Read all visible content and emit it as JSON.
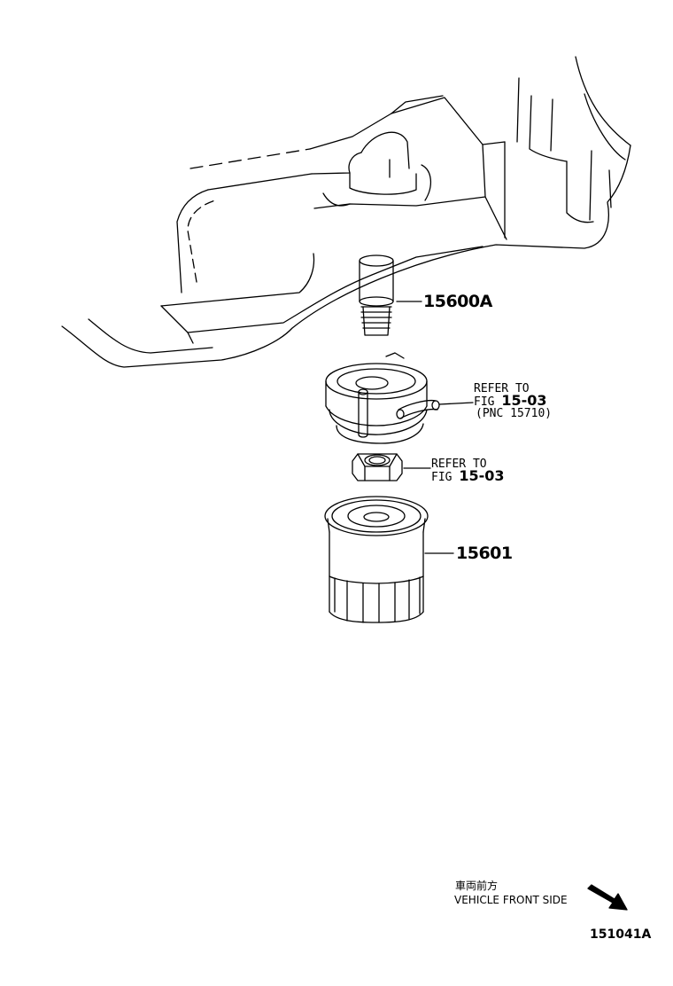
{
  "parts": {
    "p1_number": "15600A",
    "p2_number": "15601"
  },
  "refs": {
    "r1": {
      "line1": "REFER TO",
      "fig_prefix": "FIG",
      "fig_num": "15-03",
      "pnc": "(PNC 15710)"
    },
    "r2": {
      "line1": "REFER TO",
      "fig_prefix": "FIG",
      "fig_num": "15-03"
    }
  },
  "direction": {
    "japanese": "車両前方",
    "english": "VEHICLE FRONT SIDE"
  },
  "figure_id": "151041A"
}
